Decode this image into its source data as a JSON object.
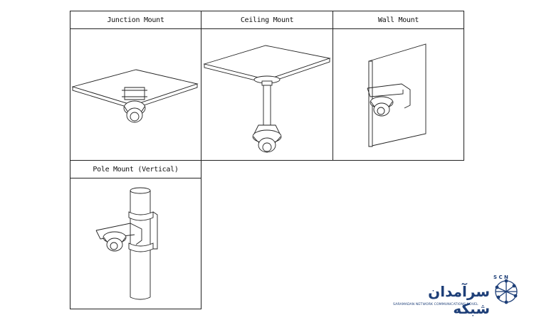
{
  "mounts": [
    {
      "title": "Junction Mount"
    },
    {
      "title": "Ceiling Mount"
    },
    {
      "title": "Wall Mount"
    },
    {
      "title": "Pole Mount (Vertical)"
    }
  ],
  "logo": {
    "persian": "سرآمدان شبکه",
    "english": "SARAMADAN NETWORK COMMUNICATIONS NOVEL",
    "emblem_letters": "S C N",
    "brand_color": "#1e3f78"
  }
}
